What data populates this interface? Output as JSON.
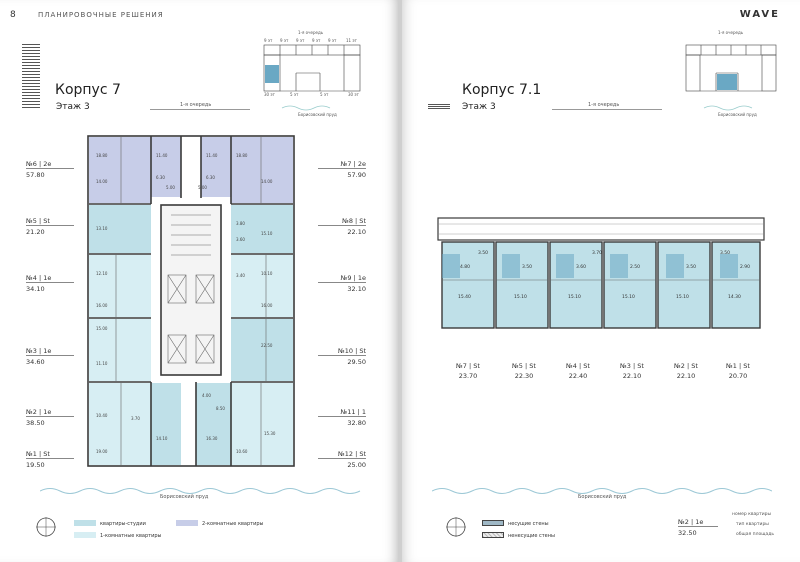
{
  "header": {
    "page_number": "8",
    "section_title": "ПЛАНИРОВОЧНЫЕ РЕШЕНИЯ",
    "brand": "WAVE"
  },
  "left": {
    "building": "Корпус 7",
    "floor": "Этаж 3",
    "queue": "1-я очередь",
    "pond": "Борисовский пруд",
    "apartments_left": [
      {
        "name": "№6 | 2e",
        "area": "57.80"
      },
      {
        "name": "№5 | St",
        "area": "21.20"
      },
      {
        "name": "№4 | 1e",
        "area": "34.10"
      },
      {
        "name": "№3 | 1e",
        "area": "34.60"
      },
      {
        "name": "№2 | 1e",
        "area": "38.50"
      },
      {
        "name": "№1 | St",
        "area": "19.50"
      }
    ],
    "apartments_right": [
      {
        "name": "№7 | 2e",
        "area": "57.90"
      },
      {
        "name": "№8 | St",
        "area": "22.10"
      },
      {
        "name": "№9 | 1e",
        "area": "32.10"
      },
      {
        "name": "№10 | St",
        "area": "29.50"
      },
      {
        "name": "№11 | 1",
        "area": "32.80"
      },
      {
        "name": "№12 | St",
        "area": "25.00"
      }
    ],
    "legend": {
      "studio": "квартиры-студии",
      "one_room": "1-комнатные квартиры",
      "two_room": "2-комнатные квартиры"
    },
    "keyplan": {
      "queue": "1-я очередь",
      "pond": "Борисовский пруд",
      "top": [
        "9 эт",
        "9 эт",
        "9 эт",
        "9 эт",
        "9 эт",
        "11 эт"
      ],
      "bottom": [
        "30 эт",
        "5 эт",
        "5 эт",
        "30 эт"
      ]
    },
    "room_areas": [
      "18.80",
      "11.40",
      "11.40",
      "18.80",
      "14.00",
      "6.30",
      "6.30",
      "14.00",
      "5.00",
      "5.00",
      "13.10",
      "15.10",
      "12.10",
      "10.10",
      "16.00",
      "16.00",
      "15.00",
      "22.50",
      "11.10",
      "4.00",
      "8.50",
      "14.10",
      "16.30",
      "19.00",
      "15.30",
      "10.40",
      "10.60",
      "3.70",
      "3.80",
      "3.60",
      "3.40"
    ]
  },
  "right": {
    "building": "Корпус 7.1",
    "floor": "Этаж 3",
    "queue": "1-я очередь",
    "pond": "Борисовский пруд",
    "apartments": [
      {
        "name": "№7 | St",
        "area": "23.70"
      },
      {
        "name": "№5 | St",
        "area": "22.30"
      },
      {
        "name": "№4 | St",
        "area": "22.40"
      },
      {
        "name": "№3 | St",
        "area": "22.10"
      },
      {
        "name": "№2 | St",
        "area": "22.10"
      },
      {
        "name": "№1 | St",
        "area": "20.70"
      }
    ],
    "units_small": [
      "4.80",
      "3.50",
      "3.50",
      "3.60",
      "3.70",
      "2.50",
      "3.50",
      "3.50",
      "2.90"
    ],
    "units_large": [
      "15.40",
      "15.10",
      "15.10",
      "15.10",
      "15.10",
      "14.30"
    ],
    "legend": {
      "bearing": "несущие стены",
      "non_bearing": "ненесущие стены"
    },
    "sample": {
      "name": "№2 | 1e",
      "area": "32.50",
      "label_number": "номер квартиры",
      "label_type": "тип квартиры",
      "label_area": "общая площадь"
    },
    "keyplan": {
      "queue": "1-я очередь",
      "pond": "Борисовский пруд"
    }
  },
  "colors": {
    "studio": "#bfe0e8",
    "one_room": "#d7eef3",
    "two_room": "#c7cde8",
    "accent": "#6aa8c4",
    "wall": "#3a3a3a"
  }
}
